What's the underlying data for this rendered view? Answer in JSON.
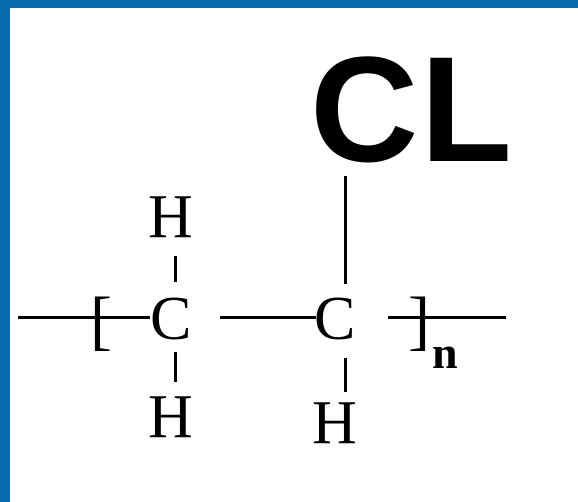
{
  "diagram": {
    "substituent_label": "CL",
    "atoms": {
      "c1_top_h": "H",
      "c1": "C",
      "c1_bottom_h": "H",
      "c2": "C",
      "c2_bottom_h": "H"
    },
    "brackets": {
      "open": "[",
      "close": "]"
    },
    "repeat_subscript": "n"
  },
  "colors": {
    "frame_border": "#0a6ab0",
    "background": "#ffffff",
    "ink": "#000000"
  }
}
